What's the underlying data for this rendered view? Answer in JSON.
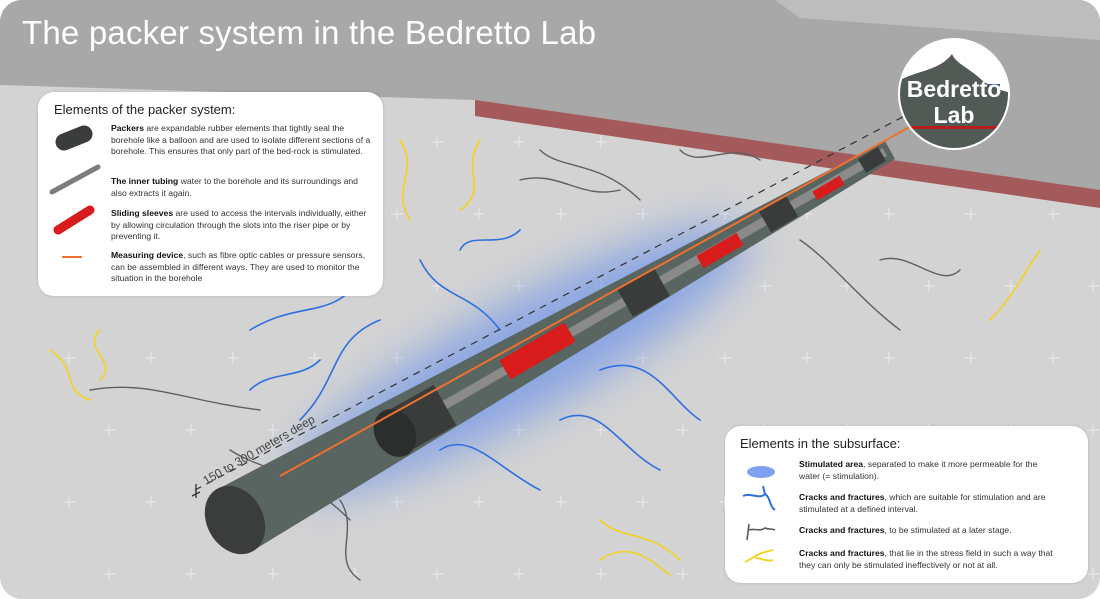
{
  "title": "The packer system in the Bedretto Lab",
  "logo": {
    "line1": "Bedretto",
    "line2": "Lab"
  },
  "depth_label": "150 to 300 meters deep",
  "packer_panel": {
    "heading": "Elements of the packer system:",
    "items": [
      {
        "term": "Packers",
        "text": " are expandable rubber elements that tightly seal the borehole like a balloon and are used to isolate different sections of a borehole. This ensures that only part of the bed-rock is stimulated.",
        "icon": "packer-icon"
      },
      {
        "term": "The inner tubing",
        "text": " water to the borehole and its surroundings and also extracts it again.",
        "icon": "tubing-icon"
      },
      {
        "term": "Sliding sleeves",
        "text": " are used to access the intervals individually, either by allowing circulation through the slots into the riser pipe or by preventing it.",
        "icon": "sliding-sleeve-icon"
      },
      {
        "term": "Measuring device",
        "text": ", such as fibre optic cables or pressure sensors, can be assembled in different ways. They are used to monitor the situation in the borehole",
        "icon": "measuring-line-icon"
      }
    ]
  },
  "subsurface_panel": {
    "heading": "Elements in the subsurface:",
    "items": [
      {
        "term": "Stimulated area",
        "text": ", separated to make it more permeable for the water (= stimulation).",
        "icon": "stimulated-area-icon"
      },
      {
        "term": "Cracks and fractures",
        "text": ", which are suitable for stimulation and are stimulated at a defined interval.",
        "icon": "blue-crack-icon"
      },
      {
        "term": "Cracks and fractures",
        "text": ", to be stimulated at a later stage.",
        "icon": "gray-crack-icon"
      },
      {
        "term": "Cracks and fractures",
        "text": ", that lie in the stress field in such a way that they can only be stimulated ineffectively or not at all.",
        "icon": "yellow-crack-icon"
      }
    ]
  },
  "colors": {
    "packer": "#3a3c3c",
    "sleeve": "#d81b1b",
    "tubing": "#7c7c7c",
    "measuring": "#f07030",
    "stimulated": "#6f95e8",
    "crack_blue": "#2f6fe0",
    "crack_gray": "#5a5a5a",
    "crack_yellow": "#f3d21c",
    "gallery_stripe": "#a45a5a"
  }
}
